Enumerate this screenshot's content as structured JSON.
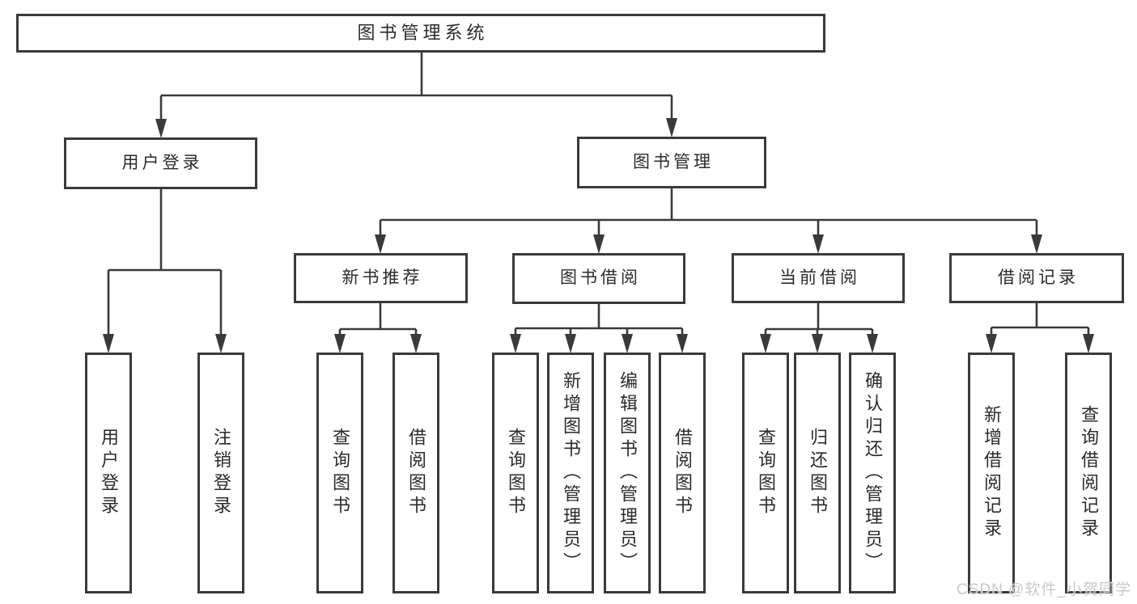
{
  "diagram_title": "图书管理系统",
  "colors": {
    "line": "#3a3a3a",
    "text": "#2b2b2b",
    "watermark": "#c9c9c9",
    "background": "#ffffff"
  },
  "tree": {
    "label": "图书管理系统",
    "children": [
      {
        "label": "用户登录",
        "children": [
          {
            "label": "用户登录"
          },
          {
            "label": "注销登录"
          }
        ]
      },
      {
        "label": "图书管理",
        "children": [
          {
            "label": "新书推荐",
            "children": [
              {
                "label": "查询图书"
              },
              {
                "label": "借阅图书"
              }
            ]
          },
          {
            "label": "图书借阅",
            "children": [
              {
                "label": "查询图书"
              },
              {
                "label": "新增图书（管理员）"
              },
              {
                "label": "编辑图书（管理员）"
              },
              {
                "label": "借阅图书"
              }
            ]
          },
          {
            "label": "当前借阅",
            "children": [
              {
                "label": "查询图书"
              },
              {
                "label": "归还图书"
              },
              {
                "label": "确认归还（管理员）"
              }
            ]
          },
          {
            "label": "借阅记录",
            "children": [
              {
                "label": "新增借阅记录"
              },
              {
                "label": "查询借阅记录"
              }
            ]
          }
        ]
      }
    ]
  },
  "watermark": "CSDN @软件_小贺同学"
}
